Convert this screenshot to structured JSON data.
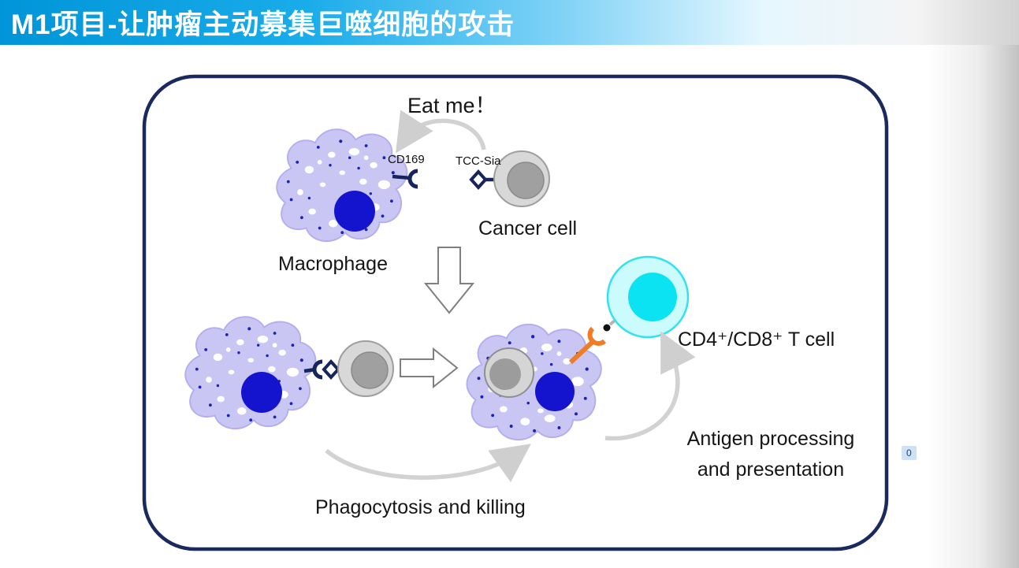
{
  "title": "M1项目-让肿瘤主动募集巨噬细胞的攻击",
  "diagram": {
    "labels": {
      "eat_me": "Eat me！",
      "cd169": "CD169",
      "tcc_sia": "TCC-Sia",
      "cancer_cell": "Cancer cell",
      "macrophage": "Macrophage",
      "t_cell": "CD4⁺/CD8⁺ T cell",
      "antigen_line1": "Antigen processing",
      "antigen_line2": "and presentation",
      "phagocytosis": "Phagocytosis and killing"
    },
    "page_badge": "0",
    "colors": {
      "title_gradient_start": "#0095d8",
      "frame_border": "#1b2a5e",
      "macrophage_body": "#c9c6f4",
      "macrophage_nucleus": "#1414cf",
      "cancer_cell_body": "#d8d8d8",
      "cancer_cell_nucleus": "#a0a0a0",
      "t_cell_outer": "#ccfbfe",
      "t_cell_inner": "#0be3f2",
      "receptor_navy": "#17255f",
      "receptor_orange": "#f07c28",
      "arrow_gray": "#cfcfcf"
    }
  }
}
